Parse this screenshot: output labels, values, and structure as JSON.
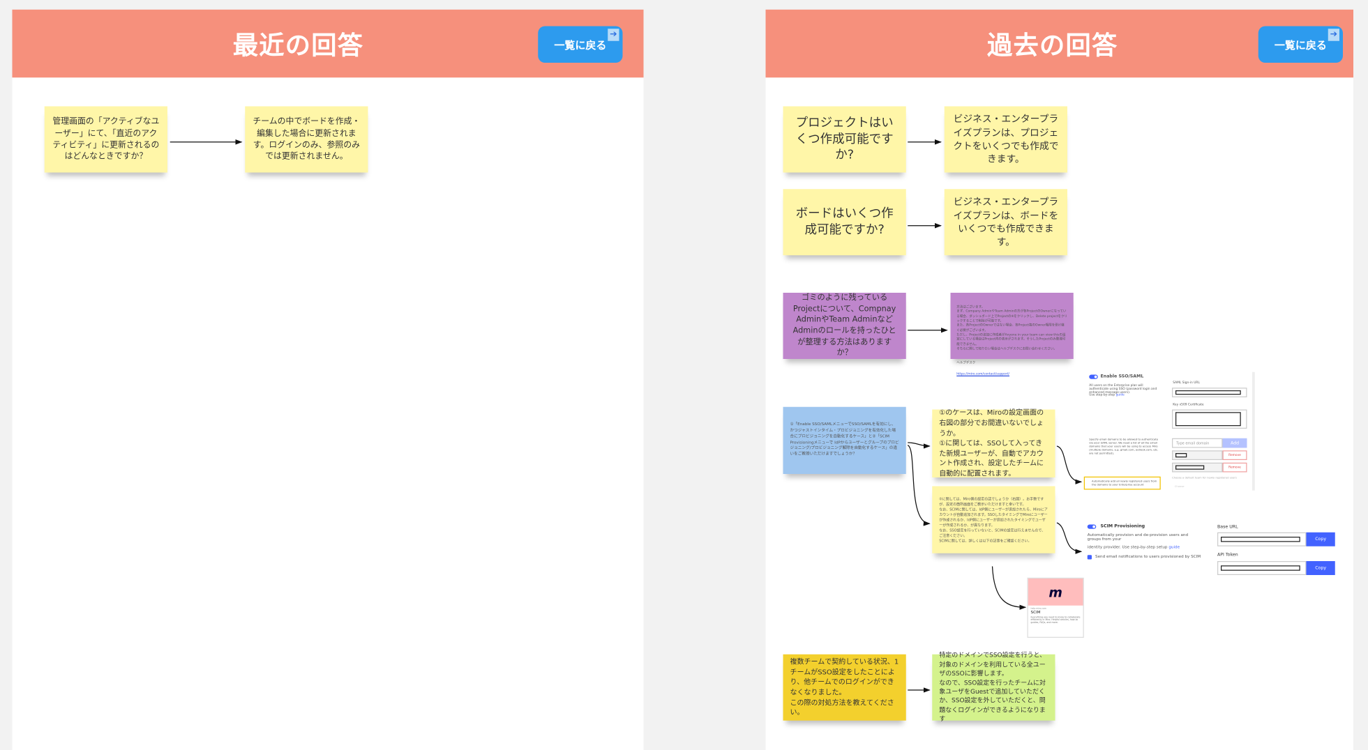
{
  "left_panel": {
    "title": "最近の回答",
    "back_button": "一覧に戻る",
    "back_icon": "arrow-right-icon",
    "question": "管理画面の「アクティブなユーザー」にて、「直近のアクティビティ」に更新されるのはどんなときですか？",
    "answer": "チームの中でボードを作成・編集した場合に更新されます。ログインのみ、参照のみでは更新されません。"
  },
  "right_panel": {
    "title": "過去の回答",
    "back_button": "一覧に戻る",
    "back_icon": "arrow-right-icon",
    "qa": [
      {
        "q": "プロジェクトはいくつ作成可能ですか?",
        "a": "ビジネス・エンタープライズプランは、プロジェクトをいくつでも作成できます。"
      },
      {
        "q": "ボードはいくつ作成可能ですか?",
        "a": "ビジネス・エンタープライズプランは、ボードをいくつでも作成できます。"
      },
      {
        "q": "ゴミのように残っているProjectについて、Compnay AdminやTeam AdminなどAdminのロールを持ったひとが整理する方法はありますか？",
        "a": "方法はございます。\nまず、Company AdminやTeam Adminの方が各ProjectのOwnerになっている場合、ダッシュボード上でProjectの※をクリックし、Delete projectをクリックすることで削除が可能です。\nまた、各ProjectのOwnerではない場合、各Project毎のOwner権限を受け継ぐ必要がございます。\nただし、Projectの追加に作成者がAnyone in your team can view thisの設定にしている場合はProject内の表示がされます。そうしたProjectのみ整理可能できません。\nそちらに関して知りたい場合はヘルプデスクにお問い合わせください。",
        "link_label": "ヘルプデスク",
        "link": "https://miro.com/contact/support/"
      }
    ],
    "sso": {
      "question": "①「Enable SSO/SAMLメニューでSSO/SAMLを有効にし、かつジャストインタイム・プロビジョニングを有効化した場合にプロビジョニングを自動化するケース」と②「SCIM Provisioningメニューで IdPからユーザーとグループのプロビジョニング/プロビジョニング解除を自動化するケース」の違いをご教授いただけますでしょうか？",
      "answer1": "①のケースは、Miroの設定画面の右図の部分でお間違いないでしょうか。\n①に関しては、SSOして入ってきた新規ユーザーが、自動でアカウント作成され、設定したチームに自動的に配置されます。",
      "answer2": "②に関しては、Miro側の設定の話でしょうか（右図）。お手数ですが、設定の箇所画面をご教示いただけますと幸いです。\nなお、SCIMに関しては、IdP側にユーザーが追加されたら、Miroにアカウントが自動追加されます。SSOしたタイミングでMiroにユーザーが作成されるか、IdP側にユーザーが追加されたタイミングでユーザーが作成されるか、が異なります。\nなお、SSO設定を行っていないと、SCIMの設定は行えませんので、ご注意ください。\nSCIMに関しては、詳しくは以下の記事をご確認ください。",
      "saml_screen": {
        "toggle_label": "Enable SSO/SAML",
        "desc": "All users on the Enterprise plan will authenticate using SSO (password login and enhanced message users).",
        "guide_prefix": "Use step-by-step",
        "guide": "guide",
        "signin_label": "SAML Sign-in URL",
        "cert_label": "Key x509 Certificate",
        "domains_desc": "Specify email domains to be allowed to authenticate via your SAML server. We need a list of all the email domains that your users will be using to access Miro (multiple domains, e.g. gmail.com, outlook.com, etc. are not permitted).",
        "domain_placeholder": "Type email domain",
        "add": "Add",
        "remove": "Remove",
        "auto_add": "Automatically add all newly registered users from the domains to your Enterprise account",
        "default_team": "Choose a default team for newly registered users",
        "choose": "Choose"
      },
      "scim_screen": {
        "toggle_label": "SCIM Provisioning",
        "desc1": "Automatically provision and de-provision users and groups from your",
        "desc2": "identity provider. Use step-by-step setup",
        "guide": "guide",
        "notify": "Send email notifications to users provisioned by SCIM",
        "base_url": "Base URL",
        "api_token": "API Token",
        "copy": "Copy"
      },
      "card": {
        "site": "help.miro.com",
        "title": "SCIM",
        "desc": "Everything you need to know to collaborate efficiently in Miro. Helpful articles, how-to guides, FAQs, and more.",
        "logo": "miro-logo"
      }
    },
    "team": {
      "question": "複数チームで契約している状況、1チームがSSO設定をしたことにより、他チームでのログインができなくなりました。\nこの際の対処方法を教えてください。",
      "answer": "特定のドメインでSSO設定を行うと、対象のドメインを利用している全ユーザのSSOに影響します。\nなので、SSO設定を行ったチームに対象ユーザをGuestで追加していただくか、SSO設定を外していただくと、問題なくログインができるようになります"
    }
  },
  "colors": {
    "header": "#f6907c",
    "button": "#2d9bee",
    "sticky_yellow": "#fff6a8",
    "sticky_purple": "#bf86cc",
    "sticky_blue": "#9fc6ef",
    "sticky_gold": "#f3d02d",
    "sticky_green": "#d4f28c",
    "accent": "#4262ff"
  }
}
